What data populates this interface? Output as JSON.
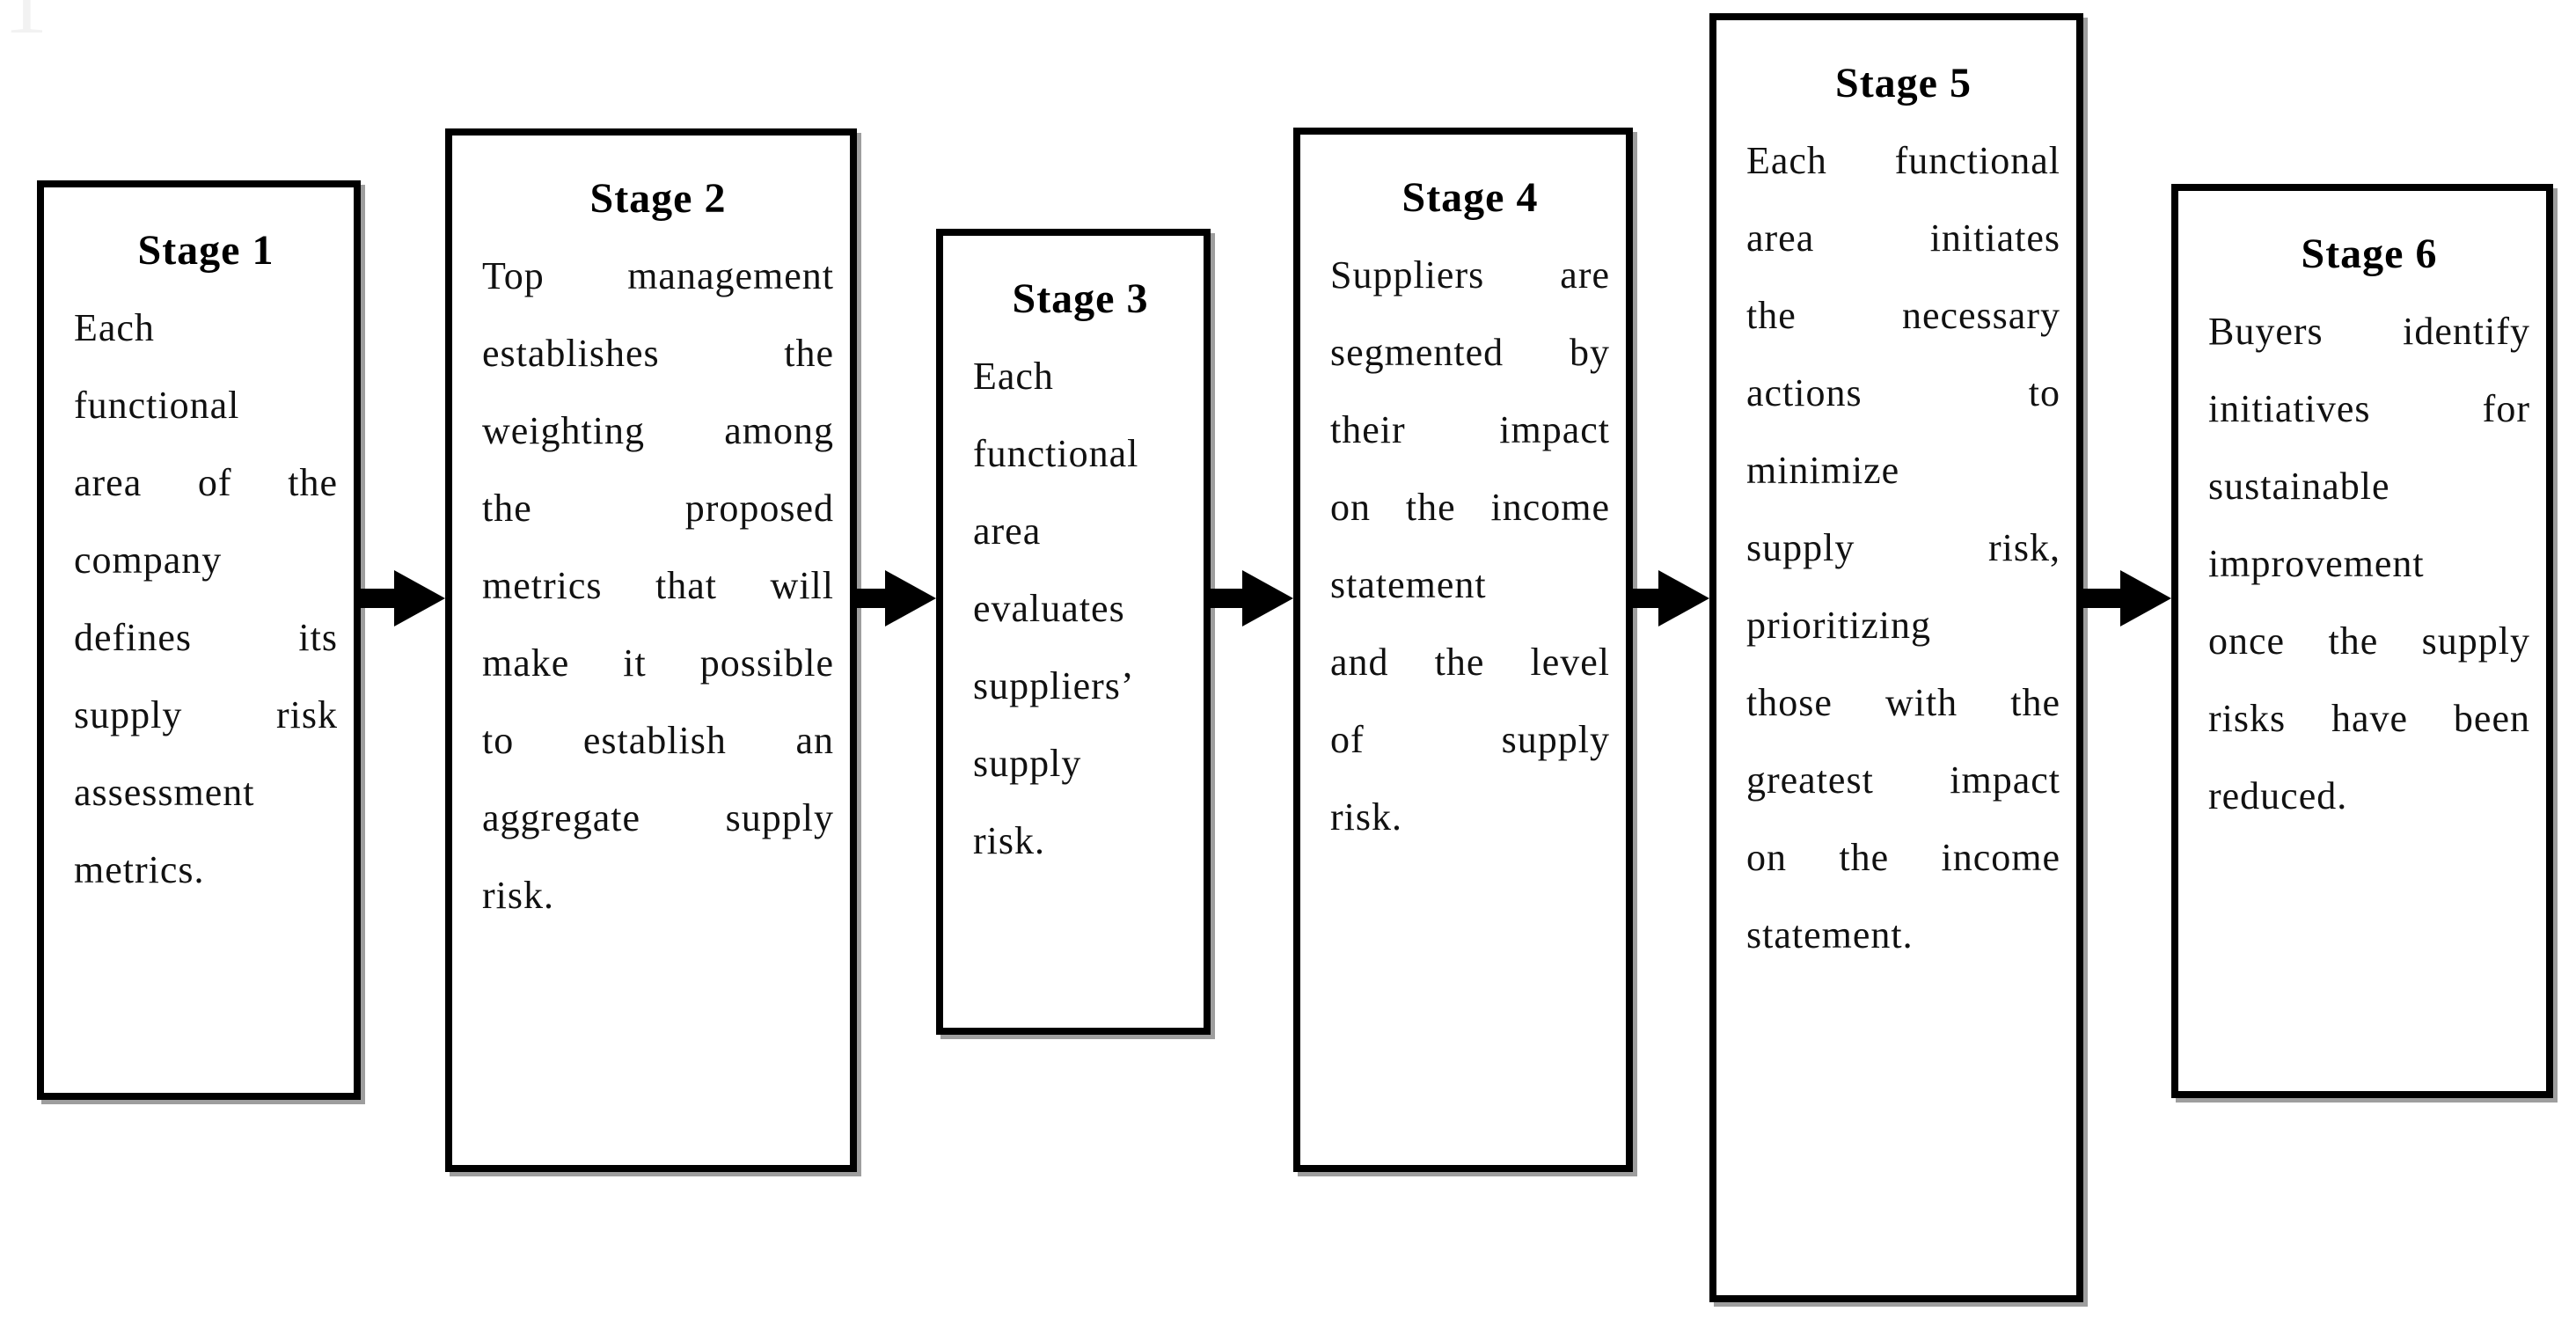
{
  "page": {
    "artifact_glyph": "1",
    "background_color": "#ffffff"
  },
  "diagram": {
    "colors": {
      "box_border": "#000000",
      "box_fill": "#ffffff",
      "box_shadow": "#9e9e9e",
      "text": "#111111",
      "arrow": "#000000",
      "artifact": "#f2f2f2"
    },
    "stages": [
      {
        "id": 1,
        "title": "Stage 1",
        "text": "Each functional area of the company defines its supply risk assessment metrics.",
        "lines": [
          "Each",
          "functional",
          "area of the",
          "company",
          "defines its",
          "supply risk",
          "assessment",
          "metrics."
        ]
      },
      {
        "id": 2,
        "title": "Stage 2",
        "text": "Top management establishes the weighting among the proposed metrics that will make it possible to establish an aggregate supply risk.",
        "lines": [
          "Top management",
          "establishes the",
          "weighting among",
          "the proposed",
          "metrics that will",
          "make it possible",
          "to establish an",
          "aggregate supply",
          "risk."
        ]
      },
      {
        "id": 3,
        "title": "Stage 3",
        "text": "Each functional area evaluates suppliers’ supply risk.",
        "lines": [
          "Each",
          "functional",
          "area",
          "evaluates",
          "suppliers’",
          "supply",
          "risk."
        ]
      },
      {
        "id": 4,
        "title": "Stage 4",
        "text": "Suppliers are segmented by their impact on the income statement and the level of supply risk.",
        "lines": [
          "Suppliers are",
          "segmented by",
          "their impact",
          "on the income",
          "statement",
          "and the level",
          "of supply",
          "risk."
        ]
      },
      {
        "id": 5,
        "title": "Stage 5",
        "text": "Each functional area initiates the necessary actions to minimize supply risk, prioritizing those with the greatest impact on the income statement.",
        "lines": [
          "Each functional",
          "area initiates",
          "the necessary",
          "actions to",
          "minimize",
          "supply risk,",
          "prioritizing",
          "those with the",
          "greatest impact",
          "on the income",
          "statement."
        ]
      },
      {
        "id": 6,
        "title": "Stage 6",
        "text": "Buyers identify initiatives for sustainable improvement once the supply risks have been reduced.",
        "lines": [
          "Buyers identify",
          "initiatives for",
          "sustainable",
          "improvement",
          "once the supply",
          "risks have been",
          "reduced."
        ]
      }
    ],
    "connectors": [
      {
        "from": "Stage 1",
        "to": "Stage 2"
      },
      {
        "from": "Stage 2",
        "to": "Stage 3"
      },
      {
        "from": "Stage 3",
        "to": "Stage 4"
      },
      {
        "from": "Stage 4",
        "to": "Stage 5"
      },
      {
        "from": "Stage 5",
        "to": "Stage 6"
      }
    ]
  }
}
